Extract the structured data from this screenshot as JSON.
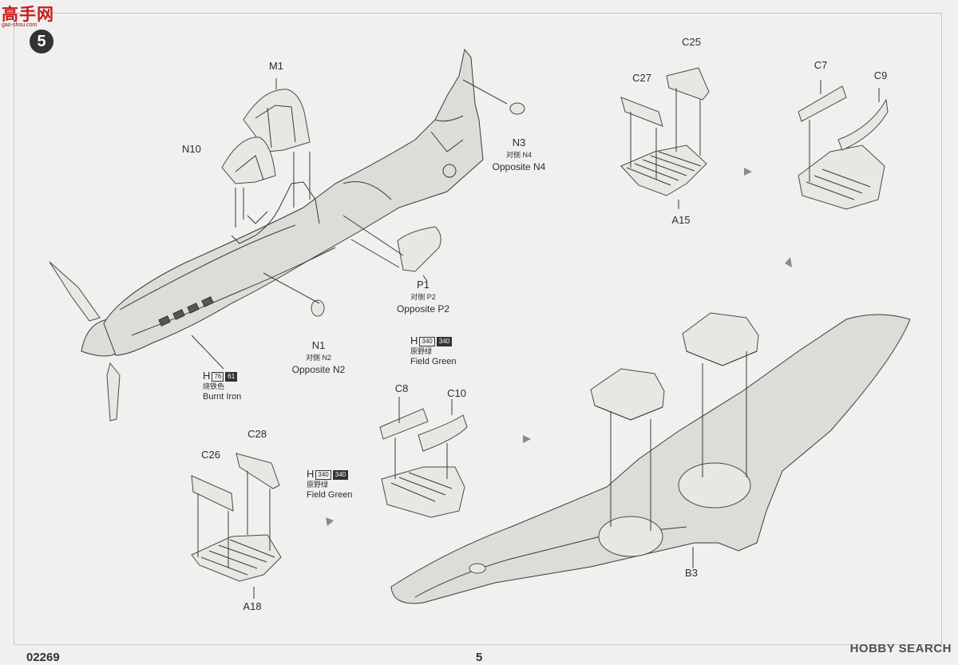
{
  "logo": {
    "text": "高手网",
    "sub": "gao-shou.com"
  },
  "step_number": "5",
  "labels": {
    "m1": "M1",
    "n10": "N10",
    "n3": "N3",
    "n3_cjk": "对侧 N4",
    "n3_opp": "Opposite N4",
    "p1": "P1",
    "p1_cjk": "对侧 P2",
    "p1_opp": "Opposite P2",
    "n1": "N1",
    "n1_cjk": "对侧 N2",
    "n1_opp": "Opposite N2",
    "c25": "C25",
    "c27": "C27",
    "a15": "A15",
    "c7": "C7",
    "c9": "C9",
    "c8": "C8",
    "c10": "C10",
    "c26": "C26",
    "c28": "C28",
    "a18": "A18",
    "b3": "B3"
  },
  "paints": {
    "burnt_iron": {
      "h": "H",
      "code1": "76",
      "code2": "61",
      "cjk": "烧铁色",
      "name": "Burnt Iron"
    },
    "field_green_1": {
      "h": "H",
      "code1": "340",
      "code2": "340",
      "cjk": "原野绿",
      "name": "Field Green"
    },
    "field_green_2": {
      "h": "H",
      "code1": "340",
      "code2": "340",
      "cjk": "原野绿",
      "name": "Field Green"
    }
  },
  "footer": {
    "kit_number": "02269",
    "page_number": "5"
  },
  "watermark": "HOBBY SEARCH",
  "colors": {
    "ink": "#333333",
    "paper": "#f1f0ee",
    "logo_red": "#c81d1d"
  }
}
